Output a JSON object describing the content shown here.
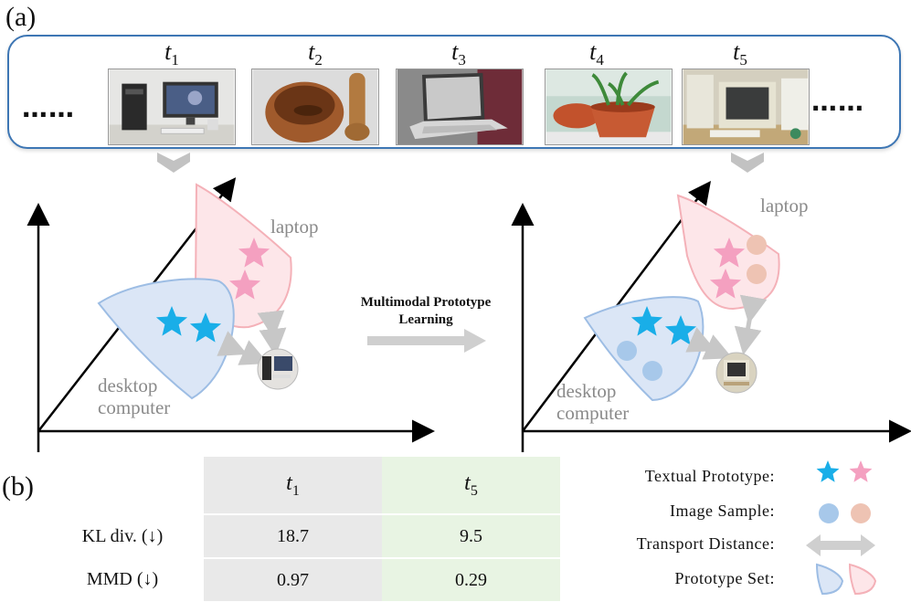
{
  "panel_a": {
    "label": "(a)",
    "ellipsis": "……",
    "frames": [
      {
        "base": "t",
        "sub": "1",
        "image_icon": "desktop-computer-photo-icon"
      },
      {
        "base": "t",
        "sub": "2",
        "image_icon": "mortar-pestle-photo-icon"
      },
      {
        "base": "t",
        "sub": "3",
        "image_icon": "laptop-photo-icon"
      },
      {
        "base": "t",
        "sub": "4",
        "image_icon": "potted-plant-photo-icon"
      },
      {
        "base": "t",
        "sub": "5",
        "image_icon": "crt-computer-photo-icon"
      }
    ],
    "left_plot": {
      "laptop_label": "laptop",
      "desktop_label_line1": "desktop",
      "desktop_label_line2": "computer"
    },
    "right_plot": {
      "laptop_label": "laptop",
      "desktop_label_line1": "desktop",
      "desktop_label_line2": "computer"
    },
    "arrow_label_line1": "Multimodal Prototype",
    "arrow_label_line2": "Learning",
    "colors": {
      "blue_star": "#19aee8",
      "pink_star": "#f4a0c0",
      "blue_set": "#dbe6f6",
      "pink_set": "#fde6e9",
      "blue_dot": "#a7c8ea",
      "pink_dot": "#eec3b3",
      "frame_border": "#3d76b4"
    }
  },
  "panel_b": {
    "label": "(b)",
    "columns": [
      {
        "base": "t",
        "sub": "1"
      },
      {
        "base": "t",
        "sub": "5"
      }
    ],
    "rows": [
      {
        "name": "KL div. (↓)",
        "values": [
          "18.7",
          "9.5"
        ]
      },
      {
        "name": "MMD (↓)",
        "values": [
          "0.97",
          "0.29"
        ]
      }
    ],
    "legend": [
      {
        "label": "Textual  Prototype:",
        "icon": "star-pair-icon"
      },
      {
        "label": "Image  Sample:",
        "icon": "circle-pair-icon"
      },
      {
        "label": "Transport  Distance:",
        "icon": "double-arrow-icon"
      },
      {
        "label": "Prototype Set:",
        "icon": "leaf-pair-icon"
      }
    ]
  }
}
